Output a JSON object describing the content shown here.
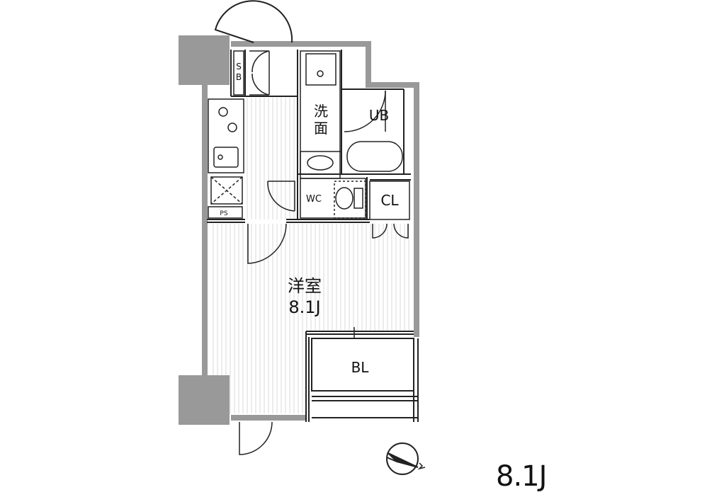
{
  "labels": {
    "sb": [
      "S",
      "B"
    ],
    "washroom": [
      "洗",
      "面"
    ],
    "unit_bath": "UB",
    "toilet": "WC",
    "closet": "CL",
    "pipe_space": "PS",
    "room_name": "洋室",
    "room_size": "8.1J",
    "balcony": "BL"
  },
  "area_caption": "8.1J",
  "colors": {
    "wall": "#999999",
    "line": "#222222",
    "floor_stripe": "#d9d9d9"
  },
  "icons": [
    "compass-icon"
  ]
}
